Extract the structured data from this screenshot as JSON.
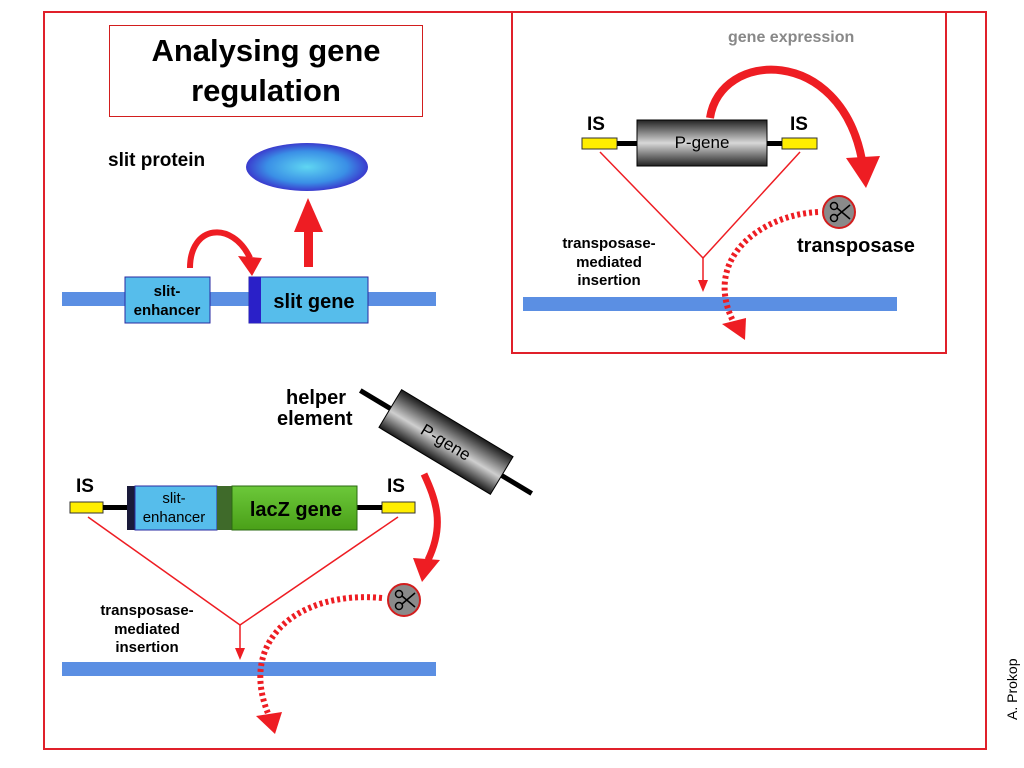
{
  "title": "Analysing gene regulation",
  "credit": "A. Prokop",
  "colors": {
    "frame": "#e0202a",
    "dna": "#5b8fe3",
    "gene_box": "#56bdeb",
    "lacz": "#58b21f",
    "insertion_site": "#ffee00",
    "arrow": "#ee1d23",
    "helper_gray": "#6b6b6b"
  },
  "icons": {
    "scissors": "scissors-icon"
  },
  "top_left": {
    "protein_label": "slit protein",
    "enhancer_label_1": "slit-",
    "enhancer_label_2": "enhancer",
    "gene_label": "slit gene"
  },
  "top_right": {
    "expression_label": "gene expression",
    "is_left": "IS",
    "is_right": "IS",
    "pgene_label": "P-gene",
    "transposase_label": "transposase",
    "insertion_label_1": "transposase-",
    "insertion_label_2": "mediated",
    "insertion_label_3": "insertion"
  },
  "bottom": {
    "helper_label_1": "helper",
    "helper_label_2": "element",
    "helper_pgene_label": "P-gene",
    "is_left": "IS",
    "is_right": "IS",
    "enhancer_label_1": "slit-",
    "enhancer_label_2": "enhancer",
    "lacz_label": "lacZ gene",
    "insertion_label_1": "transposase-",
    "insertion_label_2": "mediated",
    "insertion_label_3": "insertion"
  }
}
